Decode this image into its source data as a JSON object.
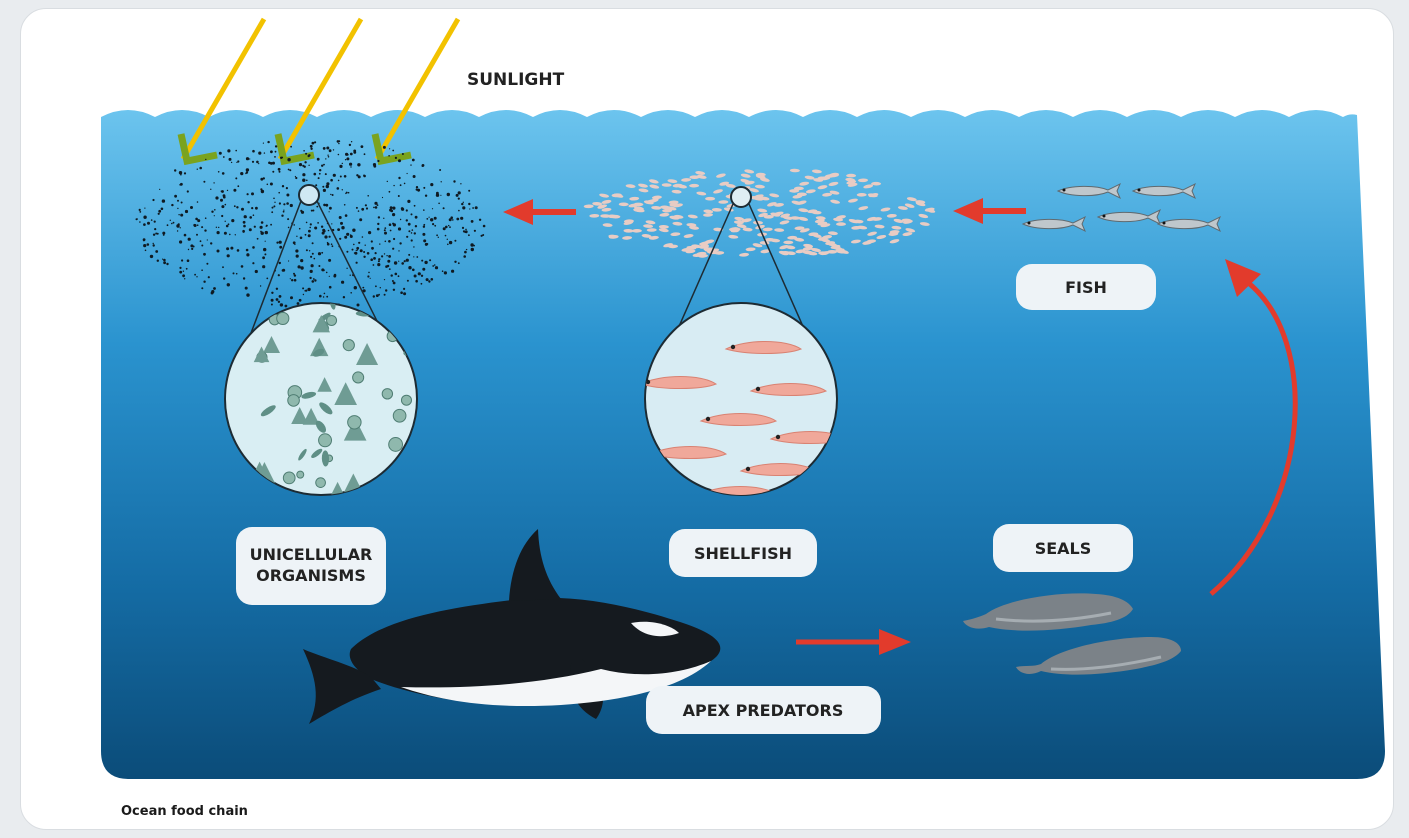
{
  "labels": {
    "sunlight": "SUNLIGHT",
    "fish": "FISH",
    "unicellular_line1": "UNICELLULAR",
    "unicellular_line2": "ORGANISMS",
    "shellfish": "SHELLFISH",
    "seals": "SEALS",
    "apex_predators": "APEX PREDATORS"
  },
  "caption": "Ocean food chain",
  "colors": {
    "ocean_top": "#6cc4ee",
    "ocean_mid": "#1f82bf",
    "ocean_bottom": "#0b4c79",
    "arrow_red": "#e23b2c",
    "sun_yellow": "#f2c200",
    "sun_green": "#7aa31f",
    "label_bg": "#eef3f7"
  }
}
